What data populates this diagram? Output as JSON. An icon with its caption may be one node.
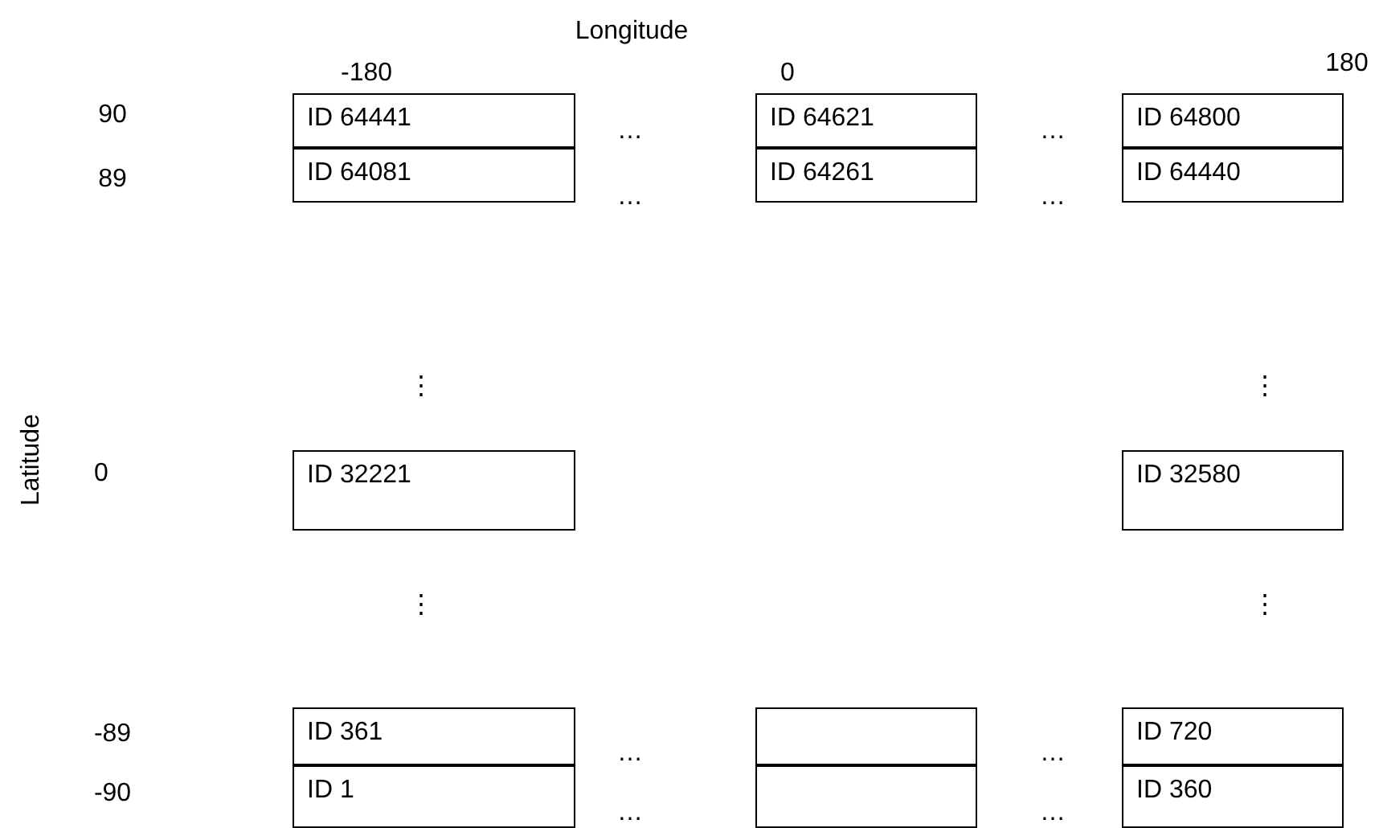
{
  "diagram": {
    "nodes": [
      {
        "text": [
          "ID 64441"
        ]
      },
      {
        "text": [
          "ID 64621"
        ]
      },
      {
        "text": [
          "ID 64800"
        ]
      },
      {
        "text": [
          "ID 64081"
        ]
      },
      {
        "text": [
          "ID 64261"
        ]
      },
      {
        "text": [
          "ID 64440"
        ]
      },
      {
        "text": [
          "ID 32221"
        ]
      },
      {
        "text": [
          "ID 32580"
        ]
      },
      {
        "text": [
          "ID 361"
        ]
      },
      {
        "text": [],
        "shape": "box"
      },
      {
        "text": [
          "ID 720"
        ]
      },
      {
        "text": [
          "ID 1"
        ]
      },
      {
        "text": [],
        "shape": "box"
      },
      {
        "text": [
          "ID 360"
        ]
      }
    ],
    "labels": [
      "Longitude",
      "-180",
      "0",
      "180",
      "90",
      "…",
      "…",
      "89",
      "…",
      "…",
      "⋮",
      "⋮",
      "Latitude",
      "0",
      "⋮",
      "⋮",
      "-89",
      "…",
      "…",
      "-90",
      "…",
      "…"
    ]
  }
}
